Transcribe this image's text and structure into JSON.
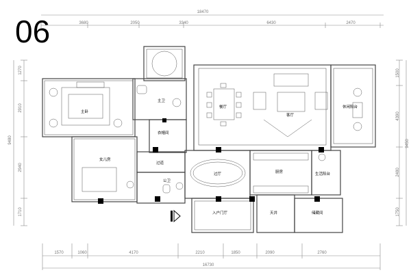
{
  "title": "06",
  "dims_top": [
    "18470",
    "3680",
    "2050",
    "3340",
    "6430",
    "2470"
  ],
  "dims_bottom": [
    "1570",
    "1060",
    "4170",
    "2210",
    "1850",
    "2090",
    "2760",
    "16730"
  ],
  "dims_left": [
    "1270",
    "2910",
    "9480",
    "2940",
    "1710"
  ],
  "dims_right": [
    "1500",
    "4390",
    "9450",
    "2480",
    "1750"
  ],
  "rooms": {
    "master_bedroom": "主卧",
    "master_bath": "主卫",
    "dining": "餐厅",
    "living": "客厅",
    "leisure_balcony": "休闲阳台",
    "walkin_closet": "衣帽间",
    "daughter_room": "女儿房",
    "corridor": "过道",
    "hallway": "过厅",
    "public_bath": "公卫",
    "kitchen": "厨房",
    "service_balcony": "生活阳台",
    "entrance": "入户门厅",
    "patio": "天井",
    "storage": "储藏间"
  },
  "colors": {
    "wall": "#444444",
    "line": "#555555",
    "column": "#000000",
    "dim": "#888888"
  }
}
